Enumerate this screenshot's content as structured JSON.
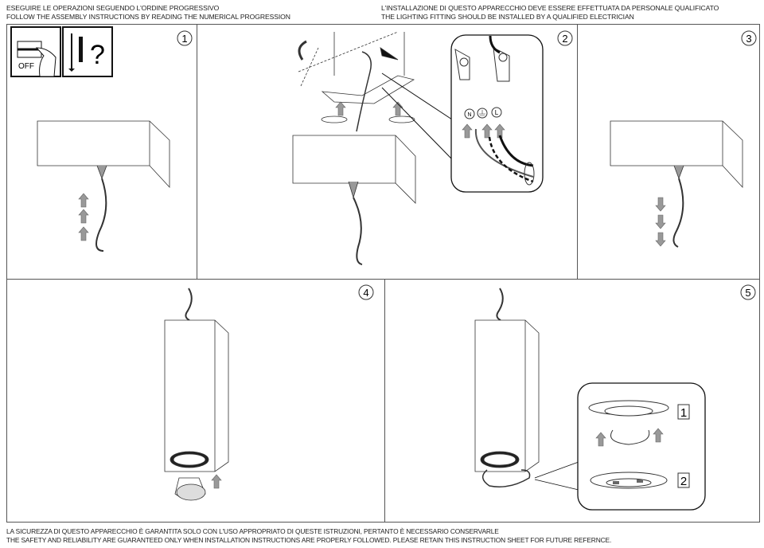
{
  "header": {
    "left_it": "ESEGUIRE LE OPERAZIONI SEGUENDO L'ORDINE PROGRESSIVO",
    "left_en": "FOLLOW THE ASSEMBLY INSTRUCTIONS BY READING THE NUMERICAL PROGRESSION",
    "right_it": "L'INSTALLAZIONE DI QUESTO APPARECCHIO DEVE ESSERE EFFETTUATA DA PERSONALE QUALIFICATO",
    "right_en": "THE LIGHTING FITTING SHOULD BE INSTALLED BY A QUALIFIED ELECTRICIAN"
  },
  "steps": [
    "1",
    "2",
    "3",
    "4",
    "5"
  ],
  "icons": {
    "off_label": "OFF",
    "question": "?"
  },
  "terminals": [
    "N",
    "L"
  ],
  "sub_steps": [
    "1",
    "2"
  ],
  "footer": {
    "it": "LA SICUREZZA DI QUESTO APPARECCHIO È GARANTITA SOLO CON L'USO APPROPRIATO DI QUESTE ISTRUZIONI, PERTANTO È NECESSARIO CONSERVARLE",
    "en": "THE SAFETY AND RELIABILITY ARE GUARANTEED ONLY WHEN INSTALLATION INSTRUCTIONS ARE PROPERLY FOLLOWED. PLEASE RETAIN THIS INSTRUCTION SHEET FOR FUTURE REFERNCE."
  }
}
